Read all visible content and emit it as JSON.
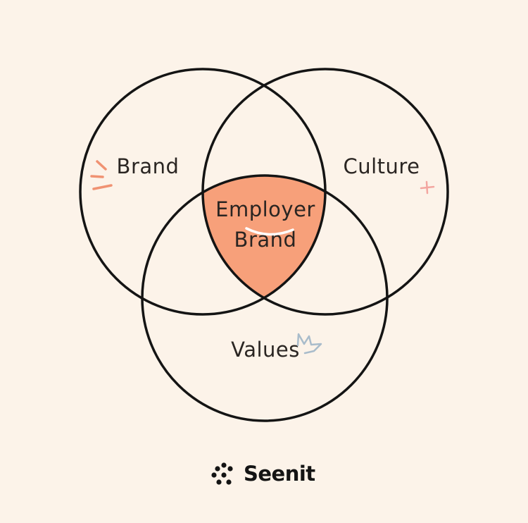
{
  "diagram": {
    "labels": {
      "brand": "Brand",
      "culture": "Culture",
      "values": "Values",
      "intersection_line1": "Employer",
      "intersection_line2": "Brand"
    },
    "colors": {
      "background": "#fcf3e9",
      "outline": "#141414",
      "intersection_fill": "#f7a07a",
      "accent_coral": "#f09272",
      "accent_blue": "#a9bccb"
    }
  },
  "logo": {
    "text": "Seenit",
    "icon": "dots-cluster-icon"
  }
}
